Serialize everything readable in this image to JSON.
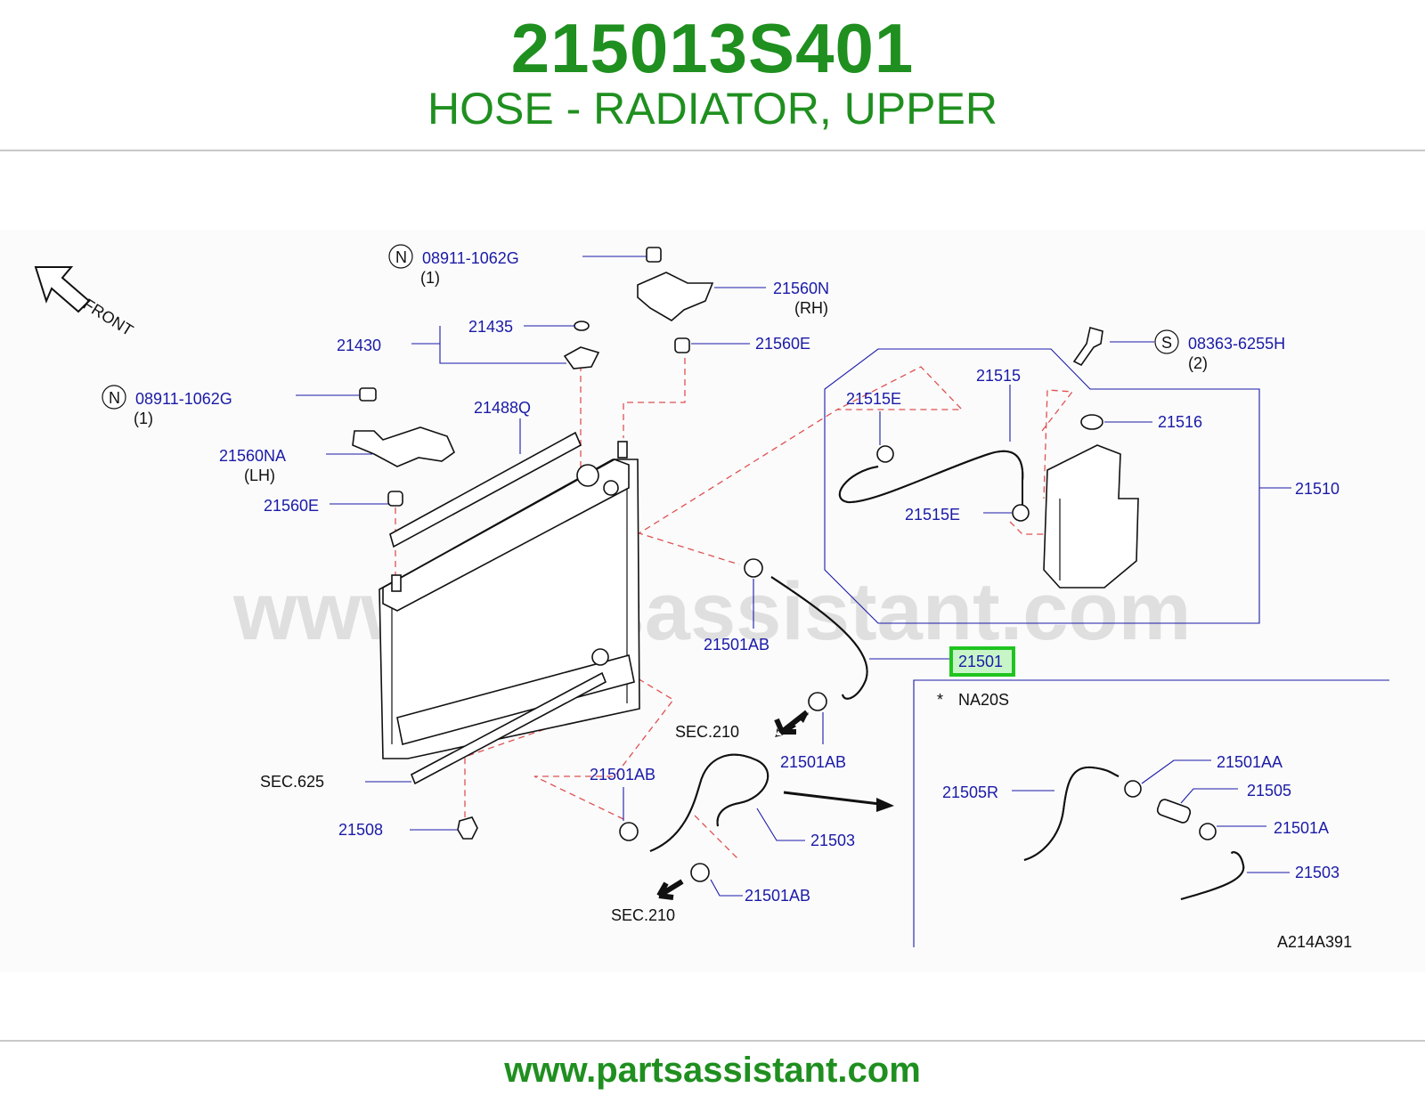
{
  "header": {
    "part_number": "215013S401",
    "part_name": "HOSE - RADIATOR, UPPER"
  },
  "watermark": "www.partsassistant.com",
  "footer": {
    "url": "www.partsassistant.com"
  },
  "colors": {
    "brand_green": "#1f8f1f",
    "label_blue": "#1a1aa8",
    "highlight_box": "#1fc41f",
    "highlight_fill": "#c8f5c8",
    "dashed_guide": "#e05050"
  },
  "diagram": {
    "front_label": "FRONT",
    "labels": {
      "nut_top": "08911-1062G",
      "nut_top_qty": "(1)",
      "nut_top_badge": "N",
      "nut_left": "08911-1062G",
      "nut_left_qty": "(1)",
      "nut_left_badge": "N",
      "bracket_rh": "21560N",
      "bracket_rh_side": "(RH)",
      "mount_upper_rh": "21560E",
      "cap_group": "21430",
      "cap_gasket": "21435",
      "seal": "21488Q",
      "bracket_lh": "21560NA",
      "bracket_lh_side": "(LH)",
      "mount_upper_lh": "21560E",
      "bolt": "08363-6255H",
      "bolt_qty": "(2)",
      "bolt_badge": "S",
      "reservoir_hose": "21515",
      "reservoir_clamp_1": "21515E",
      "reservoir_clamp_2": "21515E",
      "reservoir_cap": "21516",
      "reservoir": "21510",
      "upper_hose": "21501",
      "upper_clamp": "21501AB",
      "upper_clamp_lower": "21501AB",
      "sec_210_top": "SEC.210",
      "sec_625": "SEC.625",
      "lower_clamp_1": "21501AB",
      "lower_hose": "21503",
      "lower_clamp_2": "21501AB",
      "mount_lower": "21508",
      "sec_210_bottom": "SEC.210",
      "variant_note_star": "*",
      "variant_note": "NA20S",
      "variant_hose_r": "21505R",
      "variant_clamp_aa": "21501AA",
      "variant_connector": "21505",
      "variant_clamp_a": "21501A",
      "variant_hose_lower": "21503",
      "diagram_code": "A214A391"
    }
  }
}
